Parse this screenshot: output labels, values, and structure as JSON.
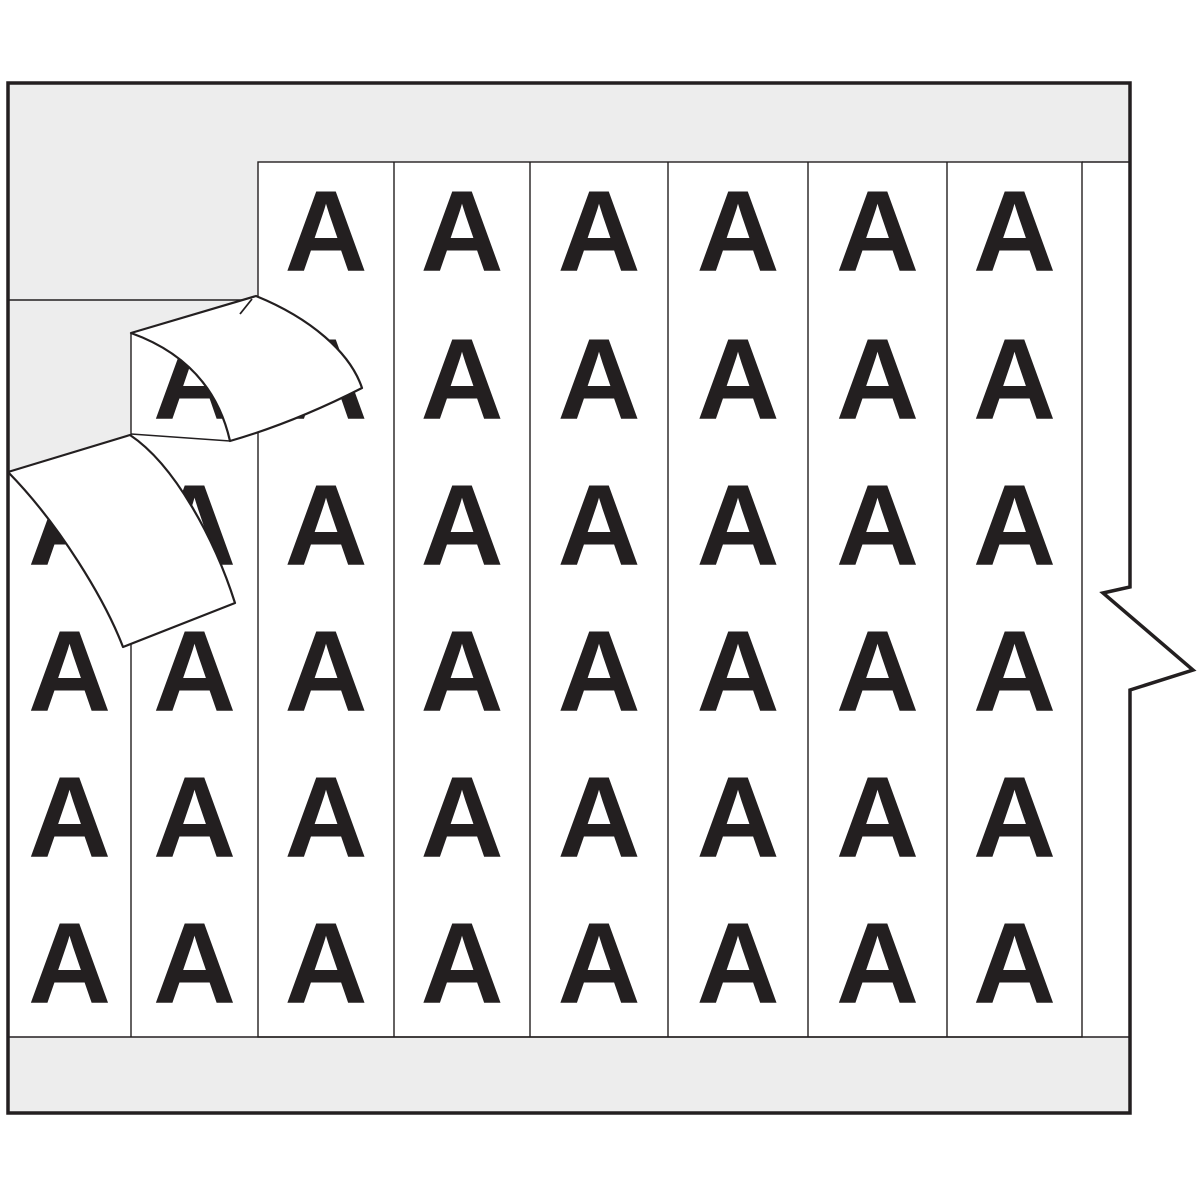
{
  "card": {
    "product": "wire-marker-card",
    "letter": "A",
    "grid": {
      "rows": 6,
      "columns": 8,
      "hidden_cells": [
        [
          0,
          0
        ],
        [
          0,
          1
        ],
        [
          1,
          0
        ]
      ],
      "visible_letter_count": 45
    },
    "strips": {
      "outlined_strip_count": 6,
      "left_partial_columns": 2
    },
    "peeled_labels": {
      "count": 2,
      "label_text": ""
    },
    "colors": {
      "ink": "#231f20",
      "liner": "#ededed",
      "label_face": "#ffffff",
      "page_background": "#ffffff"
    }
  }
}
